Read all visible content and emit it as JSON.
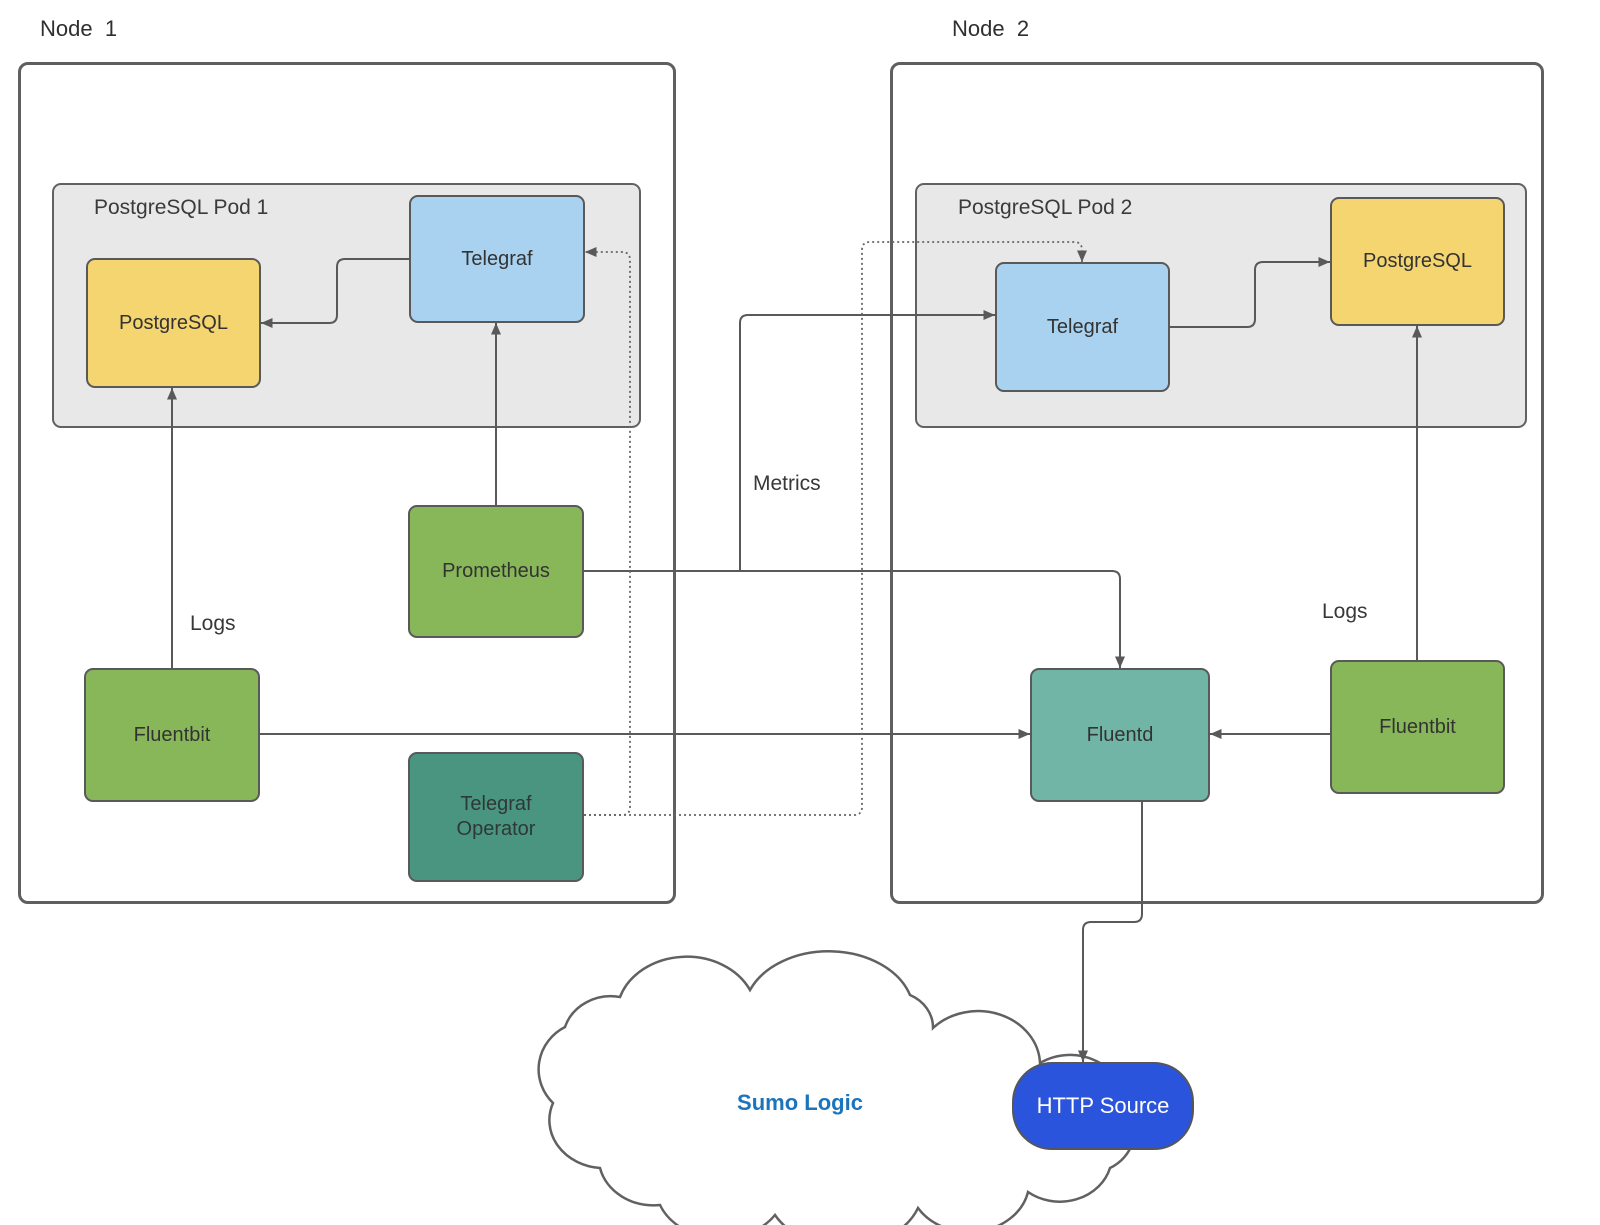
{
  "nodes": {
    "node1": {
      "label": "Node  1"
    },
    "node2": {
      "label": "Node  2"
    }
  },
  "pods": {
    "pod1": {
      "label": "PostgreSQL Pod 1"
    },
    "pod2": {
      "label": "PostgreSQL Pod 2"
    }
  },
  "components": {
    "postgresql_1": {
      "label": "PostgreSQL"
    },
    "telegraf_1": {
      "label": "Telegraf"
    },
    "prometheus": {
      "label": "Prometheus"
    },
    "fluentbit_1": {
      "label": "Fluentbit"
    },
    "telegraf_operator": {
      "label": "Telegraf Operator"
    },
    "telegraf_2": {
      "label": "Telegraf"
    },
    "postgresql_2": {
      "label": "PostgreSQL"
    },
    "fluentd": {
      "label": "Fluentd"
    },
    "fluentbit_2": {
      "label": "Fluentbit"
    },
    "http_source": {
      "label": "HTTP Source"
    },
    "sumo_logic": {
      "label": "Sumo Logic"
    }
  },
  "edge_labels": {
    "metrics": "Metrics",
    "logs_left": "Logs",
    "logs_right": "Logs"
  },
  "palette": {
    "node_border": "#5f5f5f",
    "pod_fill": "#e8e8e8",
    "postgresql_yellow": "#f4d56f",
    "telegraf_blue": "#a8d2f0",
    "green": "#88b75a",
    "telegraf_operator_teal": "#4a9580",
    "fluentd_teal": "#70b5a6",
    "http_source_blue": "#2b54dc",
    "sumo_logic_text": "#1c75bc",
    "edge_color": "#595959",
    "text_color": "#333333"
  }
}
